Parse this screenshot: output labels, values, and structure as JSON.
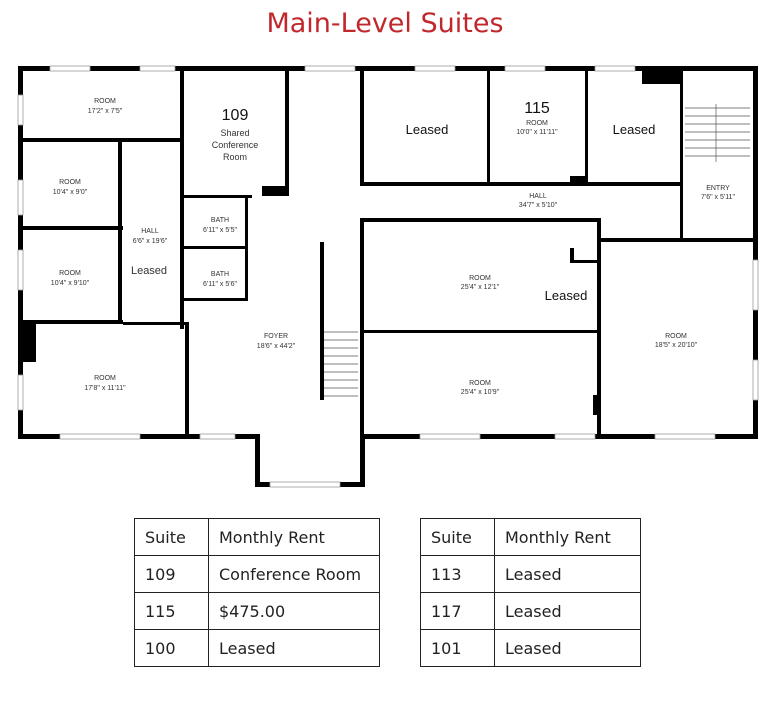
{
  "title": "Main-Level Suites",
  "rooms": {
    "room_tl": {
      "name": "ROOM",
      "dims": "17'2\" x 7'5\""
    },
    "room_l2": {
      "name": "ROOM",
      "dims": "10'4\" x 9'0\""
    },
    "room_l3": {
      "name": "ROOM",
      "dims": "10'4\" x 9'10\""
    },
    "room_bl": {
      "name": "ROOM",
      "dims": "17'8\" x 11'11\""
    },
    "hall_left": {
      "name": "HALL",
      "dims": "6'6\" x 19'6\"",
      "status": "Leased"
    },
    "suite_109": {
      "number": "109",
      "line1": "Shared",
      "line2": "Conference",
      "line3": "Room"
    },
    "bath1": {
      "name": "BATH",
      "dims": "6'11\" x 5'5\""
    },
    "bath2": {
      "name": "BATH",
      "dims": "6'11\" x 5'6\""
    },
    "foyer": {
      "name": "FOYER",
      "dims": "18'6\" x 44'2\""
    },
    "leased_top_left": {
      "status": "Leased"
    },
    "suite_115": {
      "number": "115",
      "name": "ROOM",
      "dims": "10'0\" x 11'11\""
    },
    "leased_top_right": {
      "status": "Leased"
    },
    "entry": {
      "name": "ENTRY",
      "dims": "7'6\" x 5'11\""
    },
    "hall_main": {
      "name": "HALL",
      "dims": "34'7\" x 5'10\""
    },
    "room_center_top": {
      "name": "ROOM",
      "dims": "25'4\" x 12'1\"",
      "status": "Leased"
    },
    "room_center_bottom": {
      "name": "ROOM",
      "dims": "25'4\" x 10'9\""
    },
    "room_right": {
      "name": "ROOM",
      "dims": "18'5\" x 20'10\""
    }
  },
  "tables": [
    {
      "headers": [
        "Suite",
        "Monthly Rent"
      ],
      "rows": [
        [
          "109",
          "Conference Room"
        ],
        [
          "115",
          "$475.00"
        ],
        [
          "100",
          "Leased"
        ]
      ]
    },
    {
      "headers": [
        "Suite",
        "Monthly Rent"
      ],
      "rows": [
        [
          "113",
          "Leased"
        ],
        [
          "117",
          "Leased"
        ],
        [
          "101",
          "Leased"
        ]
      ]
    }
  ]
}
